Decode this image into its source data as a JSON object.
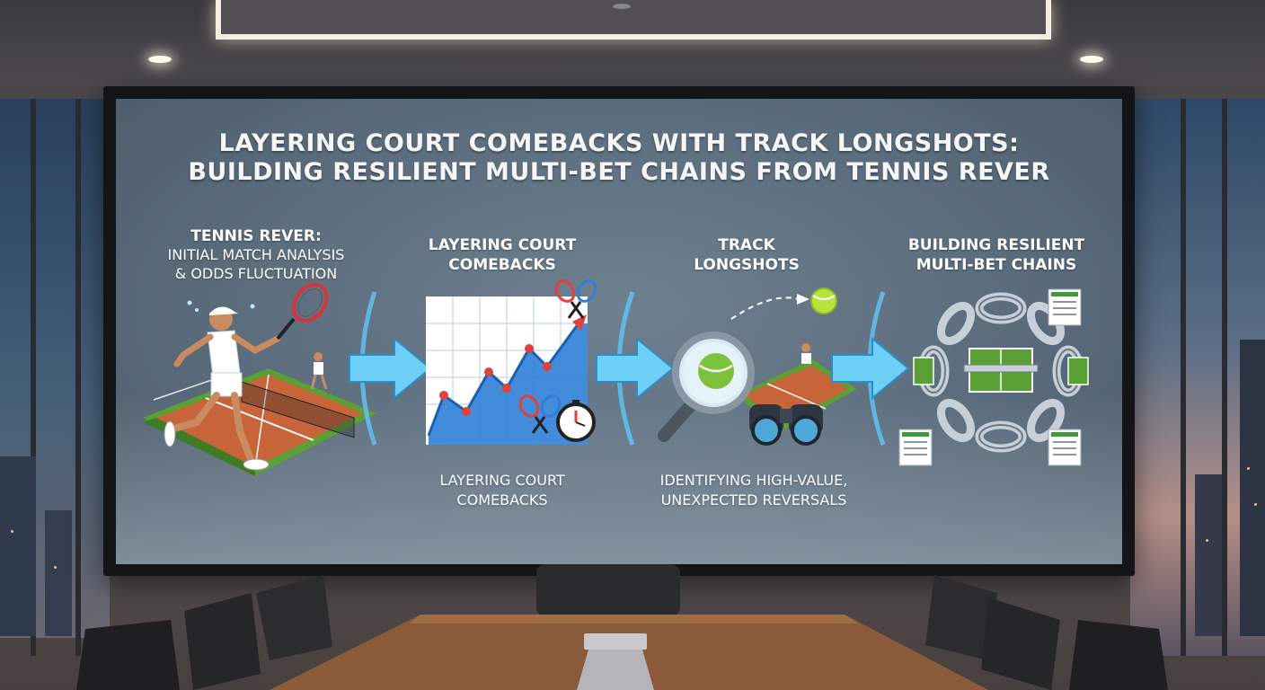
{
  "presentation": {
    "title_line1": "LAYERING COURT COMEBACKS WITH TRACK LONGSHOTS:",
    "title_line2": "BUILDING RESILIENT MULTI-BET CHAINS FROM TENNIS REVER",
    "steps": [
      {
        "head": "TENNIS REVER:",
        "sub_line1": "INITIAL MATCH ANALYSIS",
        "sub_line2": "& ODDS FLUCTUATION",
        "icon": "tennis-player-court"
      },
      {
        "head_line1": "LAYERING COURT",
        "head_line2": "COMEBACKS",
        "desc_line1": "LAYERING COURT",
        "desc_line2": "COMEBACKS",
        "icon": "rising-line-chart"
      },
      {
        "head_line1": "TRACK",
        "head_line2": "LONGSHOTS",
        "desc_line1": "IDENTIFYING HIGH-VALUE,",
        "desc_line2": "UNEXPECTED REVERSALS",
        "icon": "magnifier-binoculars"
      },
      {
        "head_line1": "BUILDING RESILIENT",
        "head_line2": "MULTI-BET CHAINS",
        "icon": "chain-court"
      }
    ]
  },
  "colors": {
    "screen_bg": "#5b6c7c",
    "arrow_blue": "#5fc3f2",
    "court_clay": "#c8643a",
    "court_green": "#5aa035",
    "chart_blue": "#2f7fd8",
    "marker_red": "#e0413a"
  }
}
